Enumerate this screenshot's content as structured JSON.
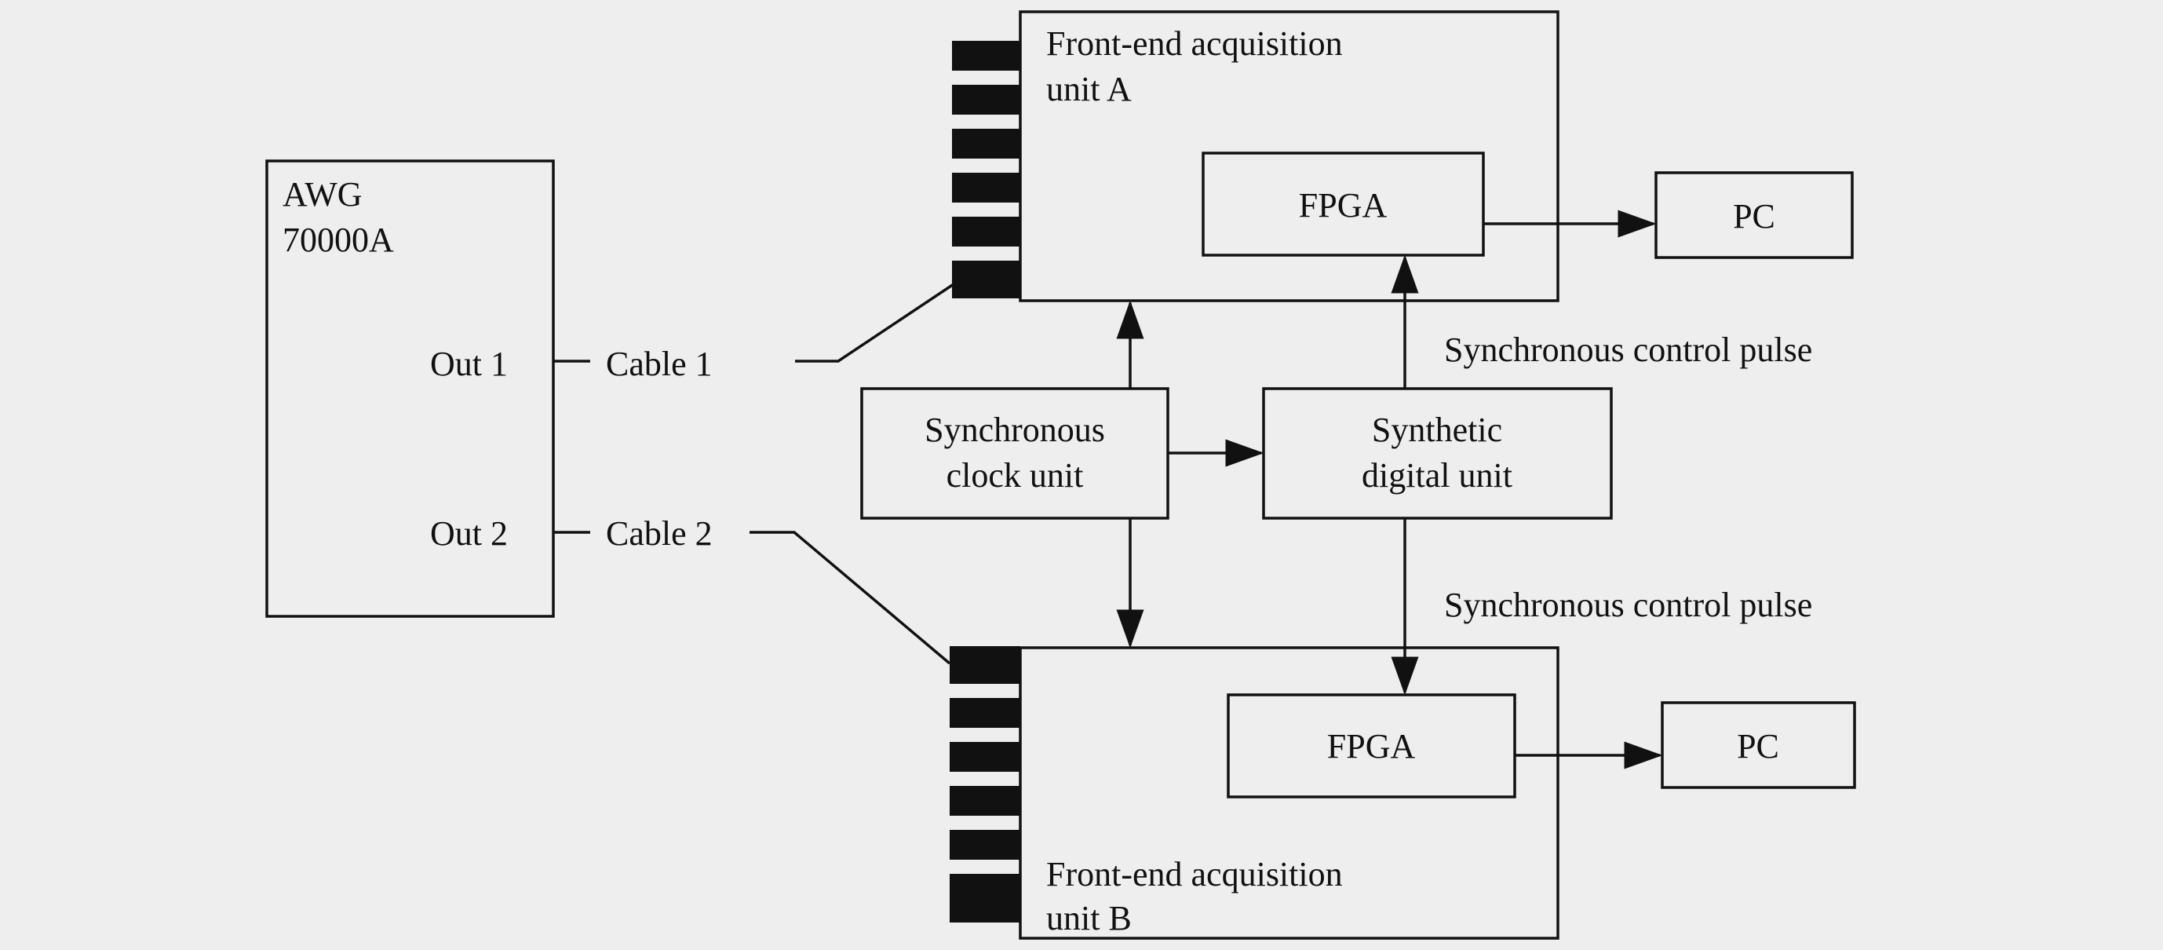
{
  "colors": {
    "background": "#eeeeee",
    "stroke": "#111111",
    "connector": "#111111"
  },
  "labels": {
    "awg_line1": "AWG",
    "awg_line2": "70000A",
    "out1": "Out 1",
    "out2": "Out 2",
    "cable1": "Cable 1",
    "cable2": "Cable 2",
    "unit_a_line1": "Front-end acquisition",
    "unit_a_line2": "unit A",
    "unit_b_line1": "Front-end acquisition",
    "unit_b_line2": "unit B",
    "fpga_a": "FPGA",
    "fpga_b": "FPGA",
    "pc_a": "PC",
    "pc_b": "PC",
    "clock_line1": "Synchronous",
    "clock_line2": "clock unit",
    "digital_line1": "Synthetic",
    "digital_line2": "digital unit",
    "sync_pulse_top": "Synchronous control pulse",
    "sync_pulse_bottom": "Synchronous control pulse"
  }
}
